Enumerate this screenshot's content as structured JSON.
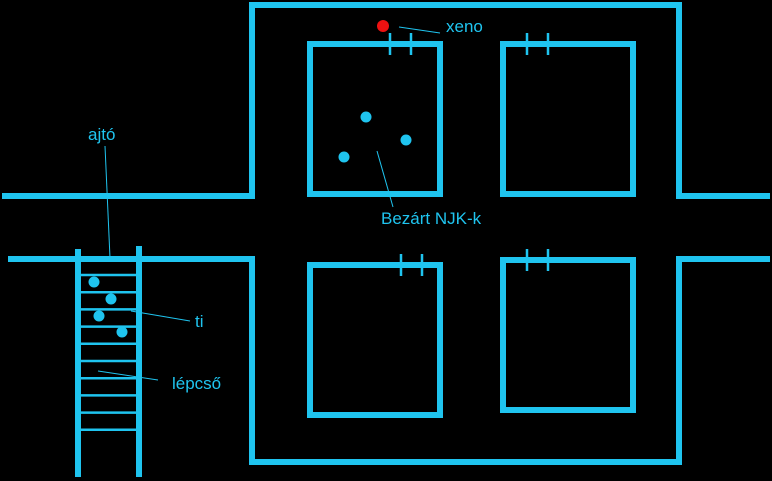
{
  "labels": {
    "door": "ajtó",
    "xeno": "xeno",
    "npcs": "Bezárt NJK-k",
    "you": "ti",
    "stairs": "lépcső"
  },
  "colors": {
    "background": "#000000",
    "walls": "#1fc4ef",
    "party": "#1fc4ef",
    "xeno": "#ee1111",
    "text": "#1fc4ef"
  }
}
